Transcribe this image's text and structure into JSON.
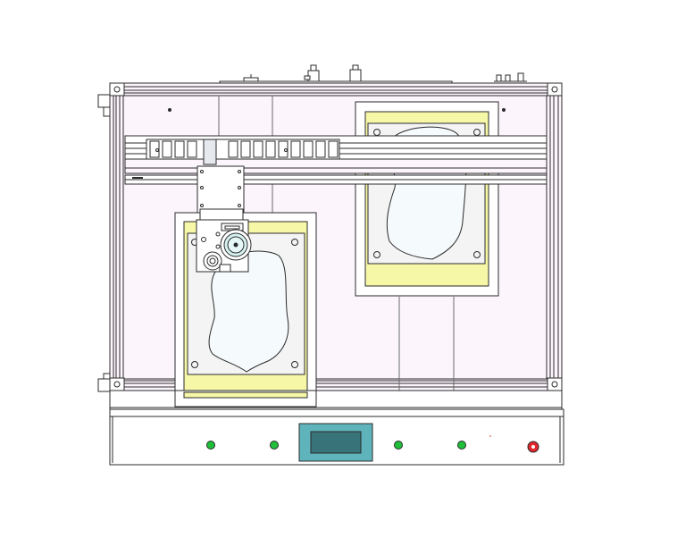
{
  "drawing": {
    "colors": {
      "line": "#2b2b2b",
      "frame_fill": "#fcf5fc",
      "panel_fill": "#ffffff",
      "fixture_yellow": "#f7f7a8",
      "fixture_base": "#f4f4f4",
      "leather_fill": "#f5fafc",
      "screen_teal": "#5fb4bc",
      "screen_dark": "#38737a",
      "lamp_green": "#1fbf3a",
      "lamp_red": "#e1262c"
    },
    "control_panel": {
      "indicators": [
        {
          "name": "indicator-lamp-1",
          "status": "green"
        },
        {
          "name": "indicator-lamp-2",
          "status": "green"
        },
        {
          "name": "indicator-lamp-3",
          "status": "green"
        },
        {
          "name": "indicator-lamp-4",
          "status": "green"
        },
        {
          "name": "emergency-stop",
          "status": "red"
        }
      ]
    }
  }
}
